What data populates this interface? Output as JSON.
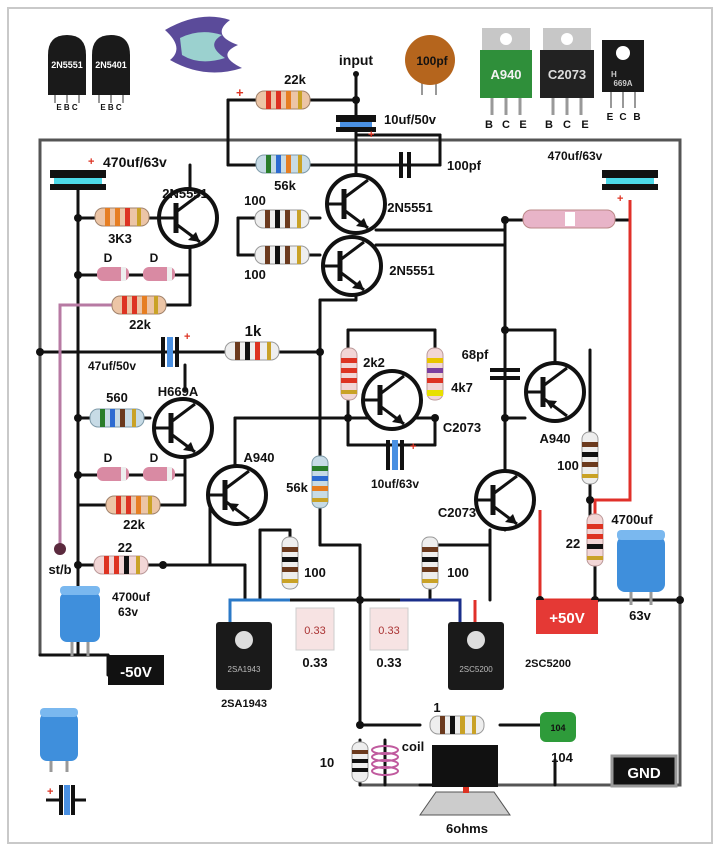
{
  "pinouts": {
    "to92_left_name": "2N5551",
    "to92_left_pins": "E B C",
    "to92_right_name": "2N5401",
    "to92_right_pins": "E B C",
    "to220_a_name": "A940",
    "to220_a_pins": [
      "B",
      "C",
      "E"
    ],
    "to220_b_name": "C2073",
    "to220_b_pins": [
      "B",
      "C",
      "E"
    ],
    "to126_name": "669A",
    "to126_brand": "H",
    "to126_pins": [
      "E",
      "C",
      "B"
    ],
    "ceramic_label": "100pf"
  },
  "labels": {
    "input": "input",
    "r_22k_top": "22k",
    "c_10uf_input": "10uf/50v",
    "r_56k_feedback": "56k",
    "c_100pf": "100pf",
    "c_470uf_left": "470uf/63v",
    "c_470uf_right": "470uf/63v",
    "q_2n5551_left": "2N5551",
    "r_3k3": "3K3",
    "r_100_a": "100",
    "r_100_b": "100",
    "q_2n5551_top": "2N5551",
    "q_2n5551_bottom": "2N5551",
    "d1": "D",
    "d2": "D",
    "r_22k_mid": "22k",
    "c_47uf": "47uf/50v",
    "r_1k": "1k",
    "r_2k2": "2k2",
    "r_4k7": "4k7",
    "c_68pf": "68pf",
    "q_c2073_mid": "C2073",
    "q_a940_right": "A940",
    "r_560": "560",
    "q_h669a": "H669A",
    "d3": "D",
    "d4": "D",
    "r_22k_low": "22k",
    "q_a940_left": "A940",
    "r_56k_mid": "56k",
    "c_10uf_63v": "10uf/63v",
    "q_c2073_low": "C2073",
    "r_100_right": "100",
    "c_4700uf_right": "4700uf",
    "r_22_right": "22",
    "v_63_right": "63v",
    "stb": "st/b",
    "r_22_left": "22",
    "r_100_emit_left": "100",
    "r_100_emit_right": "100",
    "c_4700uf_left": "4700uf",
    "v_63_left": "63v",
    "neg_rail": "-50V",
    "pos_rail": "+50V",
    "r_033_left": "0.33",
    "r_033_right": "0.33",
    "r_033_body": "0.33",
    "q_out_left": "2SA1943",
    "q_out_left_body": "2SA1943",
    "q_out_right": "2SC5200",
    "q_out_right_body": "2SC5200",
    "r_1_out": "1",
    "c_104": "104",
    "c_104_body": "104",
    "r_10": "10",
    "coil": "coil",
    "gnd": "GND",
    "speaker": "6ohms"
  },
  "colors": {
    "wire": "#111111",
    "positive_wire": "#e0302a",
    "standby_wire": "#b77aa3",
    "output_wire_left": "#2b79c7",
    "output_wire_right": "#1a2e8a",
    "capacitor_blue": "#4a90e2",
    "rail_neg_bg": "#111111",
    "rail_pos_bg": "#e53935",
    "ceramic_brown": "#b5651d",
    "cap_104_green": "#2e9b3a",
    "to220_green": "#2f8f3a"
  }
}
